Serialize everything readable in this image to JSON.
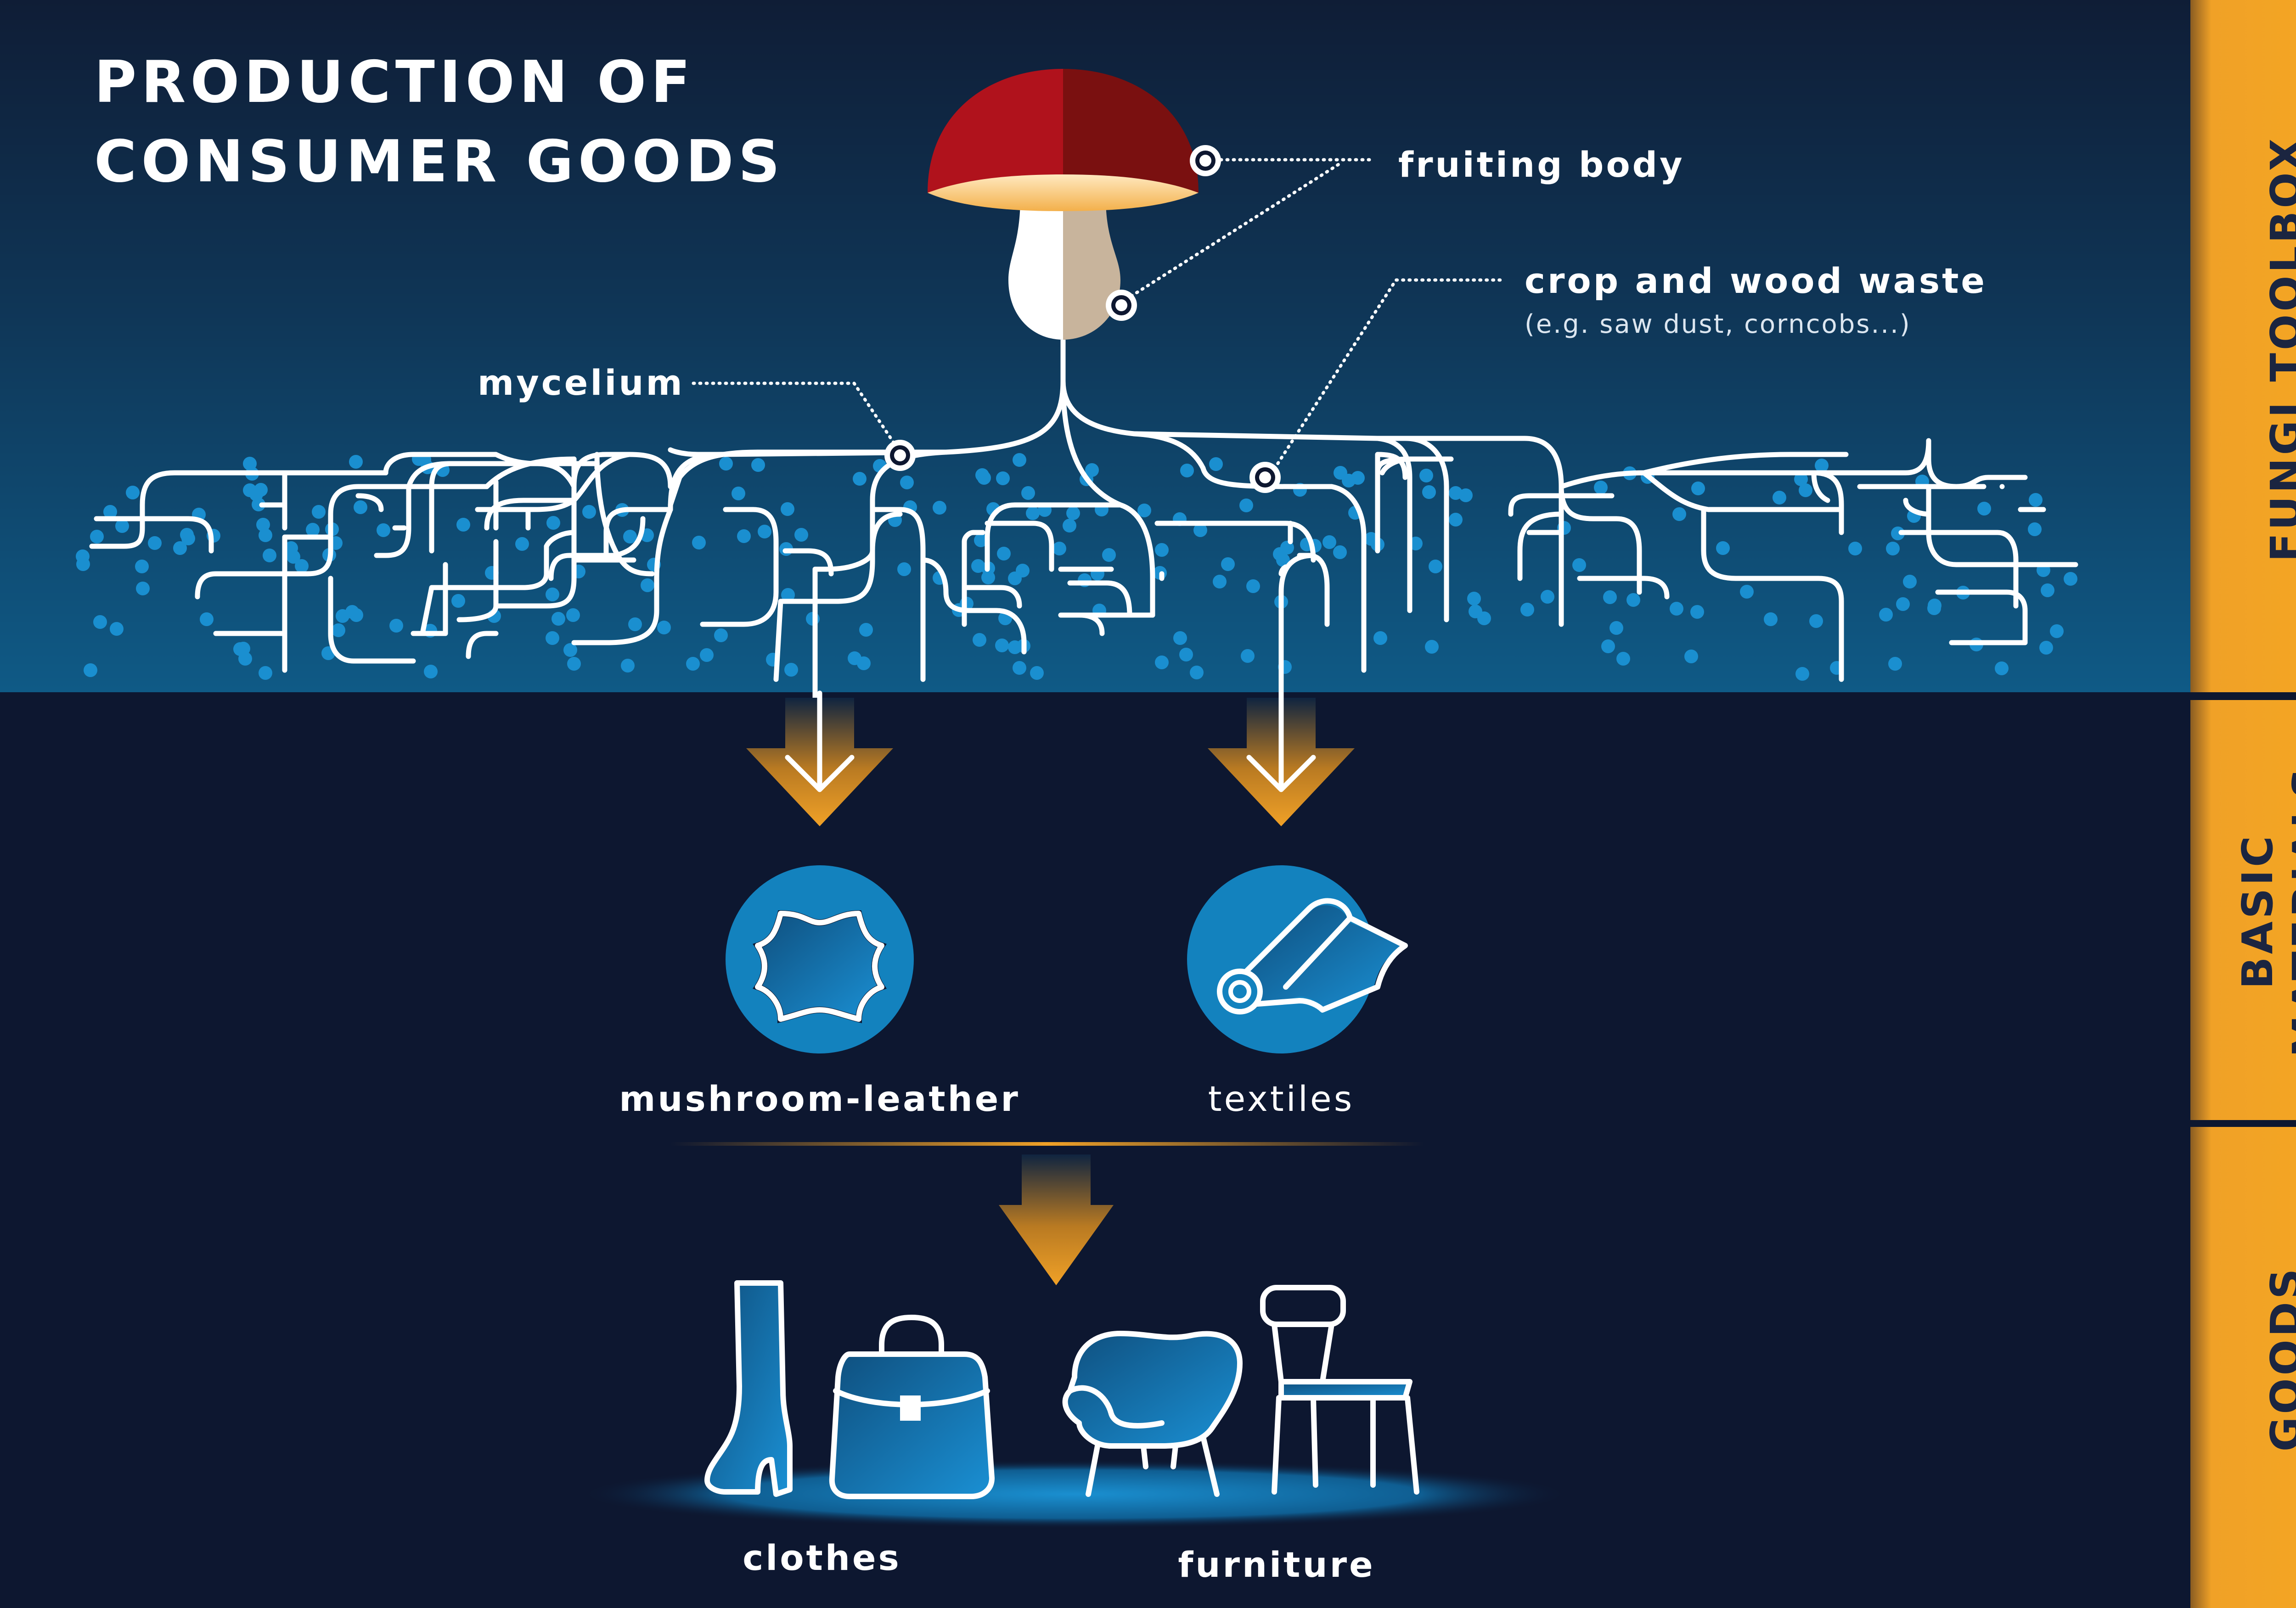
{
  "title": {
    "line1": "PRODUCTION OF",
    "line2": "CONSUMER GOODS"
  },
  "labels": {
    "fruiting_body": "fruiting body",
    "crop_waste": "crop and wood waste",
    "crop_waste_sub": "(e.g. saw dust, corncobs...)",
    "mycelium": "mycelium"
  },
  "materials": {
    "leather": "mushroom-leather",
    "textiles": "textiles"
  },
  "goods": {
    "clothes": "clothes",
    "furniture": "furniture"
  },
  "sidebar": {
    "section1": "FUNGI TOOLBOX",
    "section2_line1": "BASIC",
    "section2_line2": "MATERIALS",
    "section3": "GOODS"
  },
  "icons": {
    "mushroom": "mushroom-icon",
    "leather": "leather-hide-icon",
    "textiles": "fabric-roll-icon",
    "boot": "boot-icon",
    "bag": "briefcase-bag-icon",
    "armchair": "armchair-icon",
    "chair": "chair-icon"
  },
  "colors": {
    "background": "#0d1730",
    "soil": "#0e4f78",
    "accent": "#f0a127",
    "cap": "#b0121c",
    "icon_circle": "#1382be",
    "particle": "#1a8fd0"
  }
}
